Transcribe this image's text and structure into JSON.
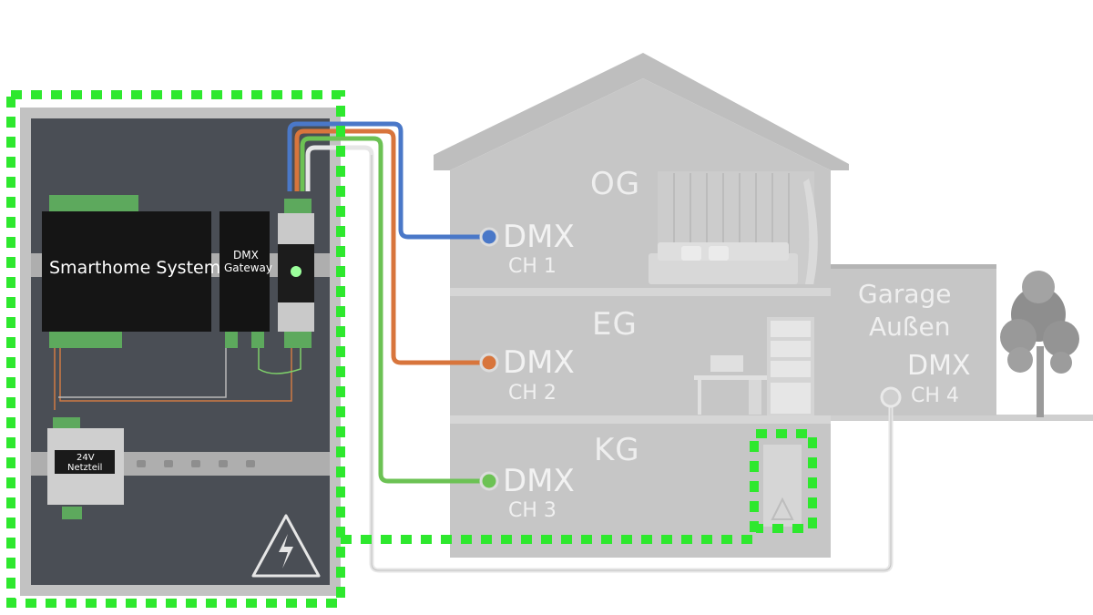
{
  "cabinet": {
    "smarthome_label": "Smarthome System",
    "gateway_label_line1": "DMX",
    "gateway_label_line2": "Gateway",
    "psu_line1": "24V",
    "psu_line2": "Netzteil"
  },
  "house": {
    "floors": [
      {
        "name": "OG",
        "dmx": "DMX",
        "channel": "CH 1",
        "color": "#4a78c8"
      },
      {
        "name": "EG",
        "dmx": "DMX",
        "channel": "CH 2",
        "color": "#d8753c"
      },
      {
        "name": "KG",
        "dmx": "DMX",
        "channel": "CH 3",
        "color": "#6cc254"
      }
    ],
    "garage": {
      "line1": "Garage",
      "line2": "Außen",
      "dmx": "DMX",
      "channel": "CH 4",
      "color": "#dcdcdc"
    }
  },
  "colors": {
    "highlight": "#2ee82e",
    "house_gray": "#c6c6c6",
    "cabinet_dark": "#4a4e55",
    "device_black": "#151515"
  }
}
